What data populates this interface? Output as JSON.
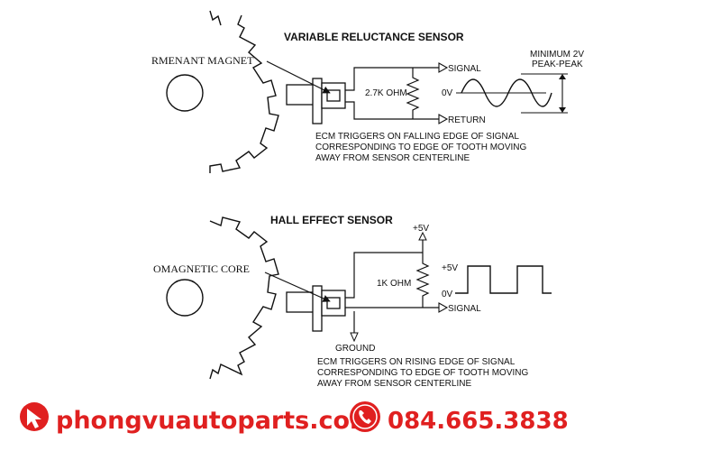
{
  "vr": {
    "title": "VARIABLE RELUCTANCE SENSOR",
    "magnet_label": "RMENANT MAGNET",
    "resistor_label": "2.7K OHM",
    "signal_label": "SIGNAL",
    "return_label": "RETURN",
    "zero_label": "0V",
    "min_line1": "MINIMUM 2V",
    "min_line2": "PEAK-PEAK",
    "note_line1": "ECM TRIGGERS ON FALLING EDGE OF SIGNAL",
    "note_line2": "CORRESPONDING TO EDGE OF TOOTH MOVING",
    "note_line3": "AWAY FROM SENSOR CENTERLINE"
  },
  "hall": {
    "title": "HALL EFFECT SENSOR",
    "core_label": "OMAGNETIC CORE",
    "supply_label": "+5V",
    "resistor_label": "1K OHM",
    "high_label": "+5V",
    "low_label": "0V",
    "signal_label": "SIGNAL",
    "ground_label": "GROUND",
    "note_line1": "ECM TRIGGERS ON RISING EDGE OF SIGNAL",
    "note_line2": "CORRESPONDING TO EDGE OF TOOTH MOVING",
    "note_line3": "AWAY FROM SENSOR CENTERLINE"
  },
  "footer": {
    "website": "phongvuautoparts.com",
    "phone": "084.665.3838",
    "brand_color": "#e02020"
  }
}
